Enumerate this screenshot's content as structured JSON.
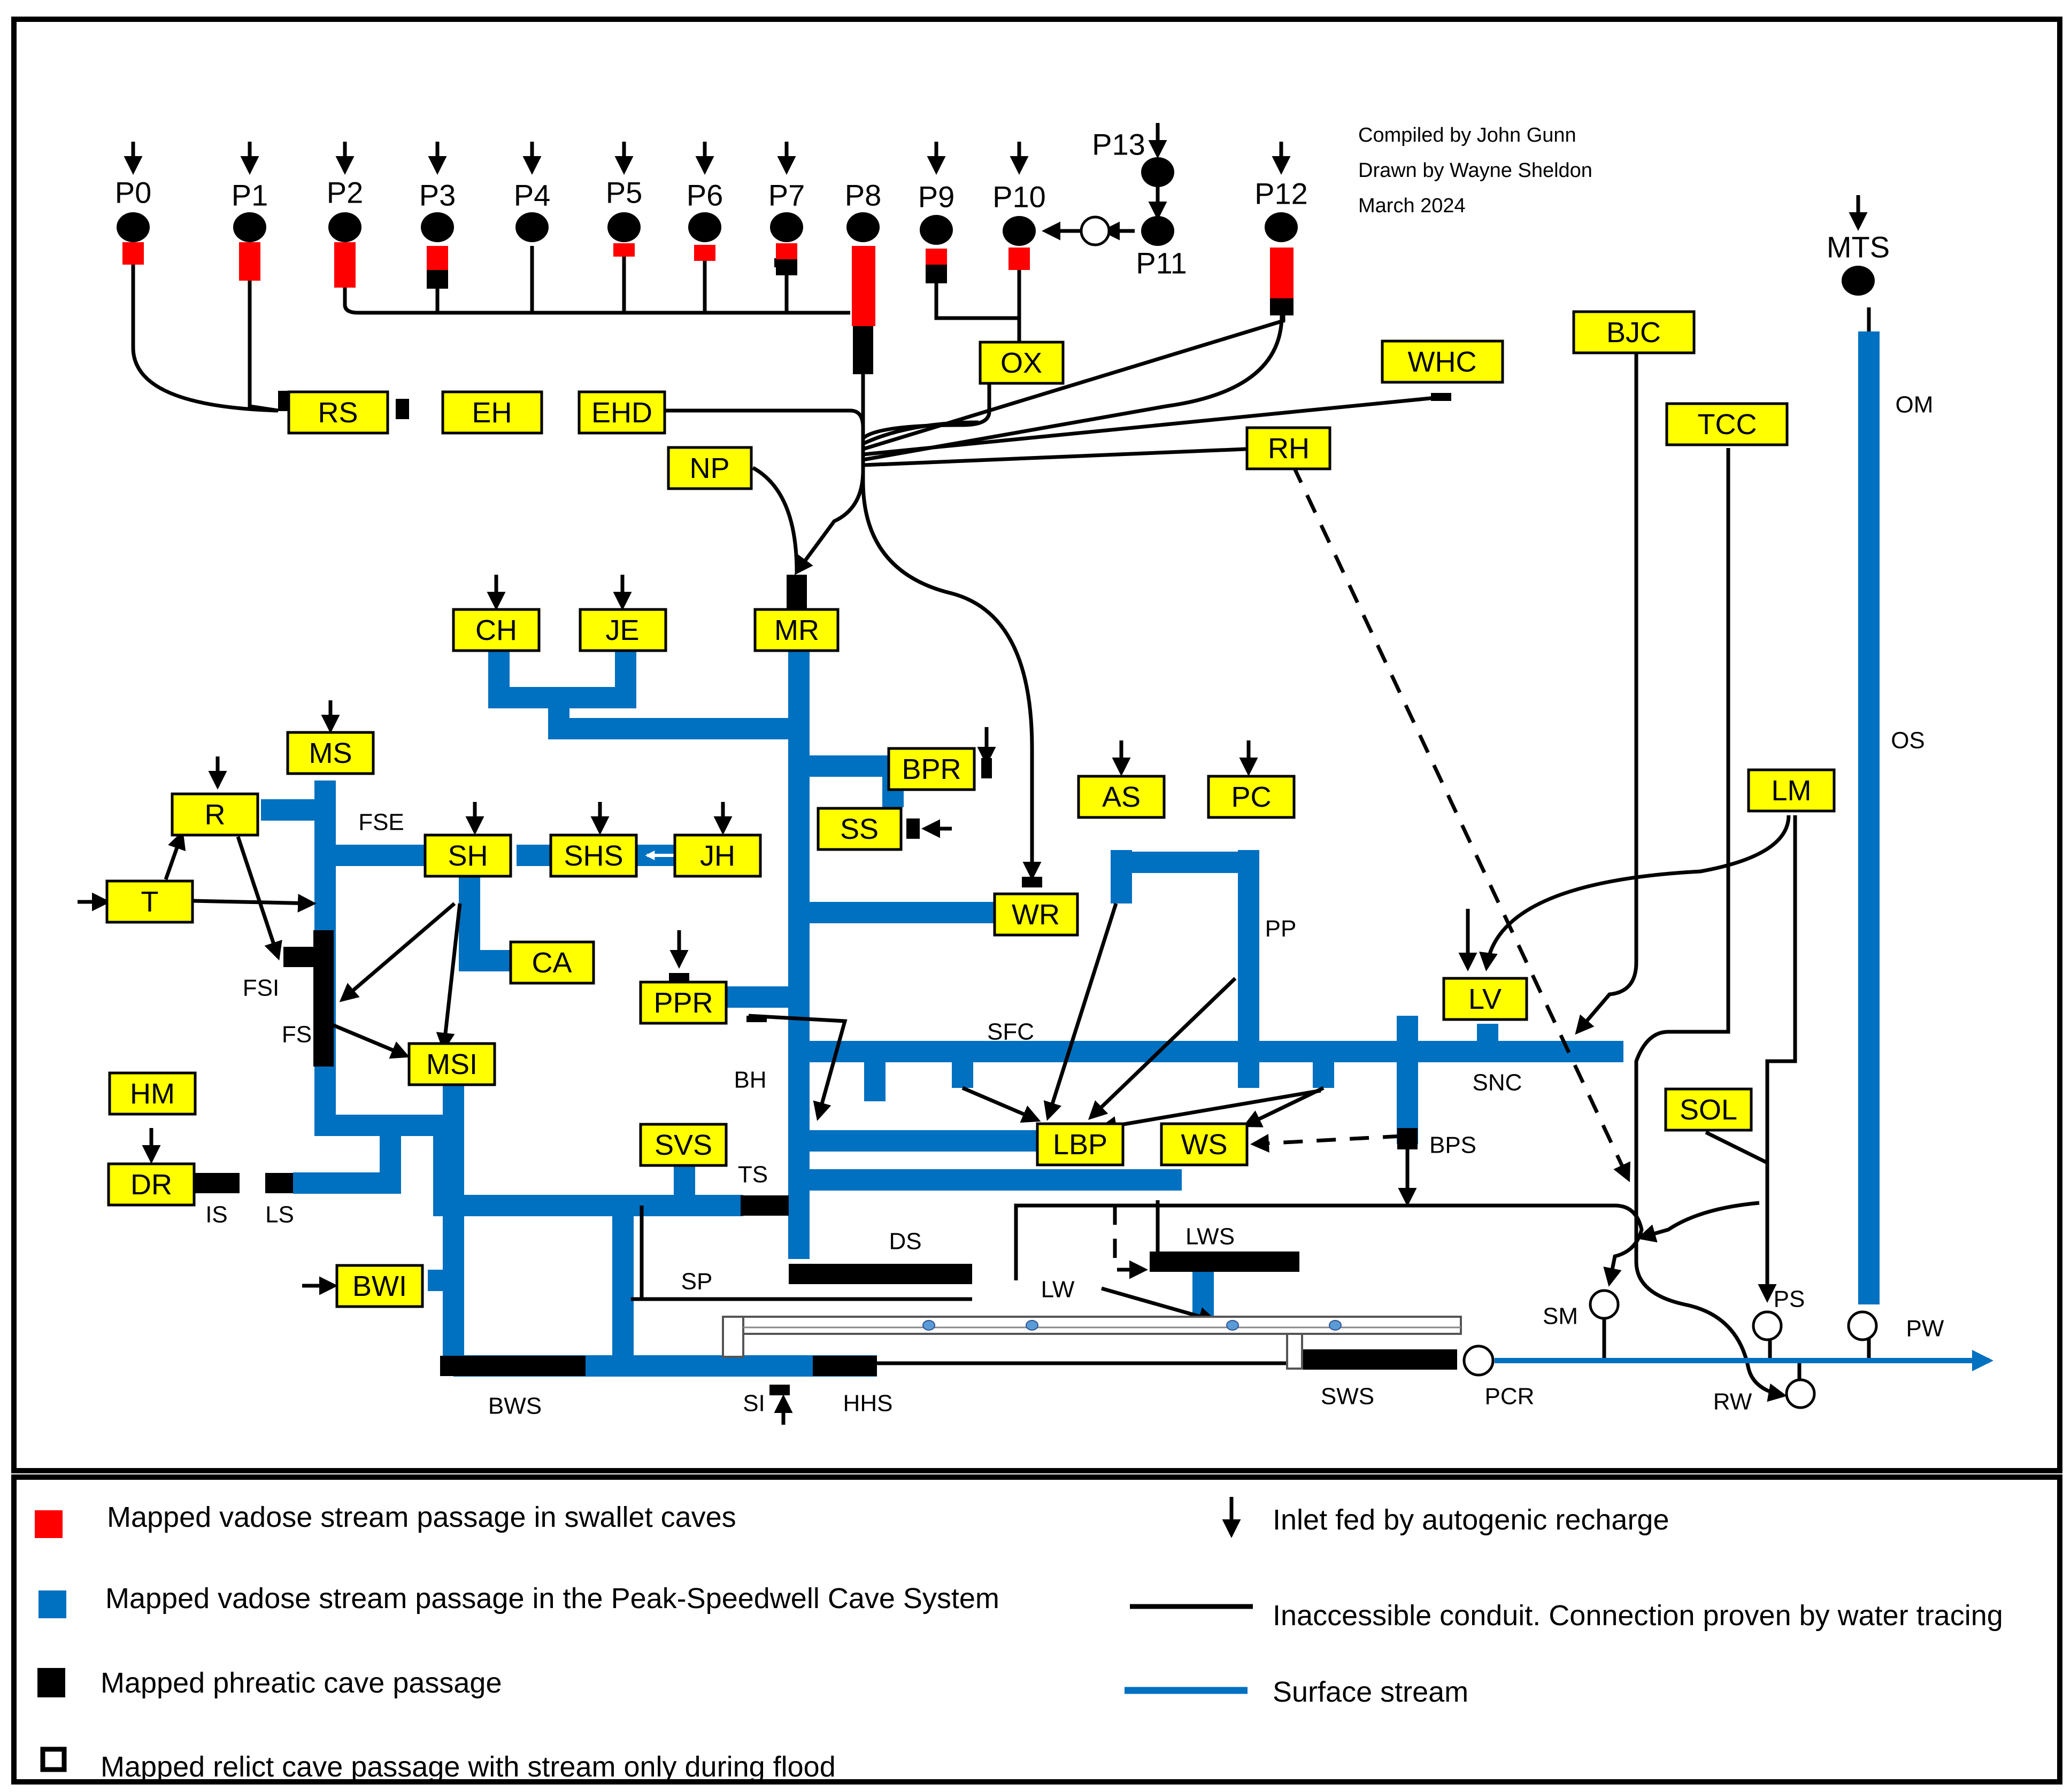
{
  "credits": [
    "Compiled by John Gunn",
    "Drawn by Wayne Sheldon",
    "March 2024"
  ],
  "swallets": [
    "P0",
    "P1",
    "P2",
    "P3",
    "P4",
    "P5",
    "P6",
    "P7",
    "P8",
    "P9",
    "P10",
    "P11",
    "P12",
    "P13",
    "MTS"
  ],
  "boxes": {
    "RS": "RS",
    "EH": "EH",
    "EHD": "EHD",
    "OX": "OX",
    "WHC": "WHC",
    "BJC": "BJC",
    "TCC": "TCC",
    "RH": "RH",
    "NP": "NP",
    "MR": "MR",
    "CH": "CH",
    "JE": "JE",
    "MS": "MS",
    "R": "R",
    "T": "T",
    "SH": "SH",
    "SHS": "SHS",
    "JH": "JH",
    "BPR": "BPR",
    "SS": "SS",
    "WR": "WR",
    "AS": "AS",
    "PC": "PC",
    "LM": "LM",
    "CA": "CA",
    "PPR": "PPR",
    "LV": "LV",
    "HM": "HM",
    "MSI": "MSI",
    "DR": "DR",
    "SVS": "SVS",
    "LBP": "LBP",
    "WS": "WS",
    "SOL": "SOL",
    "BWI": "BWI"
  },
  "passages": {
    "OM": "OM",
    "OS": "OS",
    "FSE": "FSE",
    "FSI": "FSI",
    "FS": "FS",
    "PP": "PP",
    "SFC": "SFC",
    "BH": "BH",
    "SNC": "SNC",
    "BPS": "BPS",
    "TS": "TS",
    "IS": "IS",
    "LS": "LS",
    "DS": "DS",
    "LWS": "LWS",
    "SP": "SP",
    "LW": "LW",
    "SM": "SM",
    "PS": "PS",
    "PW": "PW",
    "BWS": "BWS",
    "SI": "SI",
    "HHS": "HHS",
    "SWS": "SWS",
    "PCR": "PCR",
    "RW": "RW"
  },
  "legend": {
    "red": "Mapped vadose stream passage in swallet caves",
    "blue": "Mapped vadose stream passage in the Peak-Speedwell Cave System",
    "black": "Mapped phreatic cave passage",
    "white": "Mapped relict cave passage with stream only during flood",
    "inlet": "Inlet fed by autogenic recharge",
    "conduit": "Inaccessible conduit. Connection proven by water tracing",
    "surface": "Surface stream"
  },
  "colors": {
    "red": "#ff0000",
    "blue": "#0070c0",
    "yellow": "#ffff00",
    "black": "#000000"
  }
}
